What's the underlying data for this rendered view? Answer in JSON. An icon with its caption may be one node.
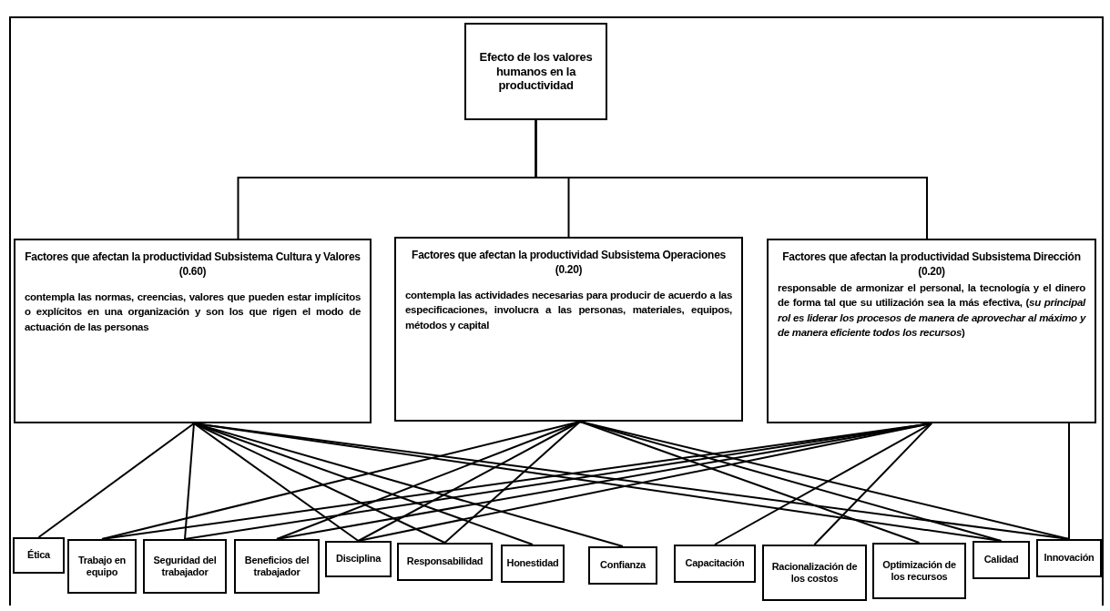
{
  "diagram": {
    "nodes": [
      {
        "text": [
          "Efecto de los valores humanos en la productividad"
        ]
      },
      {
        "text": [
          "Factores que afectan la productividad Subsistema Cultura y Valores (0.60)",
          "contempla las normas, creencias, valores que pueden estar implícitos o explícitos en una organización y son los que rigen el modo de actuación de las personas"
        ]
      },
      {
        "text": [
          "Factores que afectan la productividad Subsistema Operaciones (0.20)",
          "contempla las actividades necesarias para producir de acuerdo a las especificaciones, involucra a las personas, materiales, equipos, métodos y capital"
        ]
      },
      {
        "text": [
          "Factores que afectan la productividad Subsistema Dirección (0.20)",
          "responsable de armonizar el personal, la tecnología y el dinero de forma tal que su utilización sea la más efectiva, (*su principal rol es liderar los procesos de manera de aprovechar al máximo y de manera eficiente todos los recursos*)"
        ]
      },
      {
        "text": [
          "Ética"
        ]
      },
      {
        "text": [
          "Trabajo en equipo"
        ]
      },
      {
        "text": [
          "Seguridad del trabajador"
        ]
      },
      {
        "text": [
          "Beneficios del trabajador"
        ]
      },
      {
        "text": [
          "Disciplina"
        ]
      },
      {
        "text": [
          "Responsabilidad"
        ]
      },
      {
        "text": [
          "Honestidad"
        ]
      },
      {
        "text": [
          "Confianza"
        ]
      },
      {
        "text": [
          "Capacitación"
        ]
      },
      {
        "text": [
          "Racionalización de los costos"
        ]
      },
      {
        "text": [
          "Optimización de los recursos"
        ]
      },
      {
        "text": [
          "Calidad"
        ]
      },
      {
        "text": [
          "Innovación"
        ]
      }
    ],
    "edges": [
      {
        "from": 0,
        "to": 1,
        "arrow": "none"
      },
      {
        "from": 0,
        "to": 2,
        "arrow": "none"
      },
      {
        "from": 0,
        "to": 3,
        "arrow": "none"
      },
      {
        "from": 1,
        "to": 4,
        "arrow": "none"
      },
      {
        "from": 1,
        "to": 6,
        "arrow": "none"
      },
      {
        "from": 1,
        "to": 8,
        "arrow": "none"
      },
      {
        "from": 1,
        "to": 9,
        "arrow": "none"
      },
      {
        "from": 1,
        "to": 10,
        "arrow": "none"
      },
      {
        "from": 1,
        "to": 11,
        "arrow": "none"
      },
      {
        "from": 1,
        "to": 15,
        "arrow": "none"
      },
      {
        "from": 1,
        "to": 16,
        "arrow": "none"
      },
      {
        "from": 2,
        "to": 5,
        "arrow": "none"
      },
      {
        "from": 2,
        "to": 7,
        "arrow": "none"
      },
      {
        "from": 2,
        "to": 8,
        "arrow": "none"
      },
      {
        "from": 2,
        "to": 9,
        "arrow": "none"
      },
      {
        "from": 2,
        "to": 14,
        "arrow": "none"
      },
      {
        "from": 2,
        "to": 15,
        "arrow": "none"
      },
      {
        "from": 2,
        "to": 16,
        "arrow": "none"
      },
      {
        "from": 3,
        "to": 5,
        "arrow": "none"
      },
      {
        "from": 3,
        "to": 6,
        "arrow": "none"
      },
      {
        "from": 3,
        "to": 7,
        "arrow": "none"
      },
      {
        "from": 3,
        "to": 8,
        "arrow": "none"
      },
      {
        "from": 3,
        "to": 12,
        "arrow": "none"
      },
      {
        "from": 3,
        "to": 13,
        "arrow": "none"
      },
      {
        "from": 3,
        "to": 16,
        "arrow": "none"
      }
    ]
  }
}
